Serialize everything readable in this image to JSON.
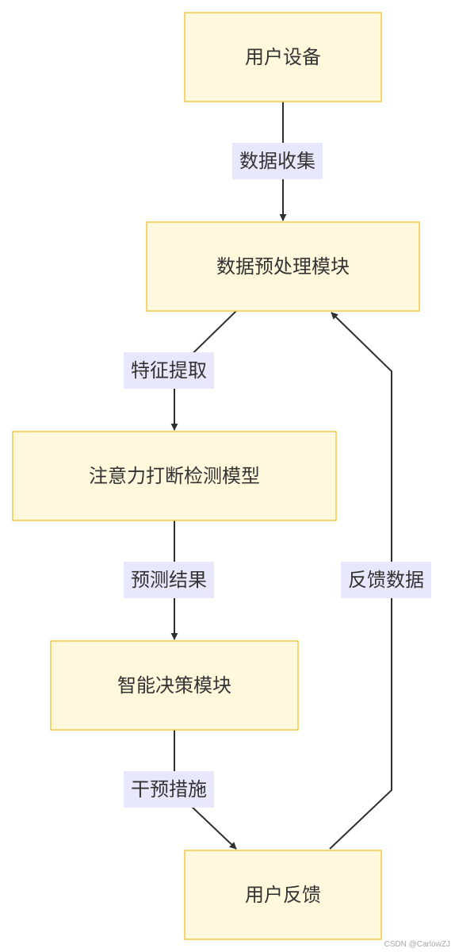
{
  "diagram": {
    "type": "flowchart",
    "direction": "top-down",
    "colors": {
      "node_fill": "#fff8dc",
      "node_border": "#f1c94a",
      "edge_label_bg": "#e8e8fc",
      "edge_color": "#2f2f2f",
      "text": "#333333"
    },
    "nodes": [
      {
        "id": "user-device",
        "label": "用户设备"
      },
      {
        "id": "preprocess",
        "label": "数据预处理模块"
      },
      {
        "id": "model",
        "label": "注意力打断检测模型"
      },
      {
        "id": "decision",
        "label": "智能决策模块"
      },
      {
        "id": "feedback",
        "label": "用户反馈"
      }
    ],
    "edges": [
      {
        "id": "e1",
        "from": "user-device",
        "to": "preprocess",
        "label": "数据收集"
      },
      {
        "id": "e2",
        "from": "preprocess",
        "to": "model",
        "label": "特征提取"
      },
      {
        "id": "e3",
        "from": "model",
        "to": "decision",
        "label": "预测结果"
      },
      {
        "id": "e4",
        "from": "decision",
        "to": "feedback",
        "label": "干预措施"
      },
      {
        "id": "e5",
        "from": "feedback",
        "to": "preprocess",
        "label": "反馈数据"
      }
    ]
  },
  "watermark": "CSDN @CarlowZJ"
}
